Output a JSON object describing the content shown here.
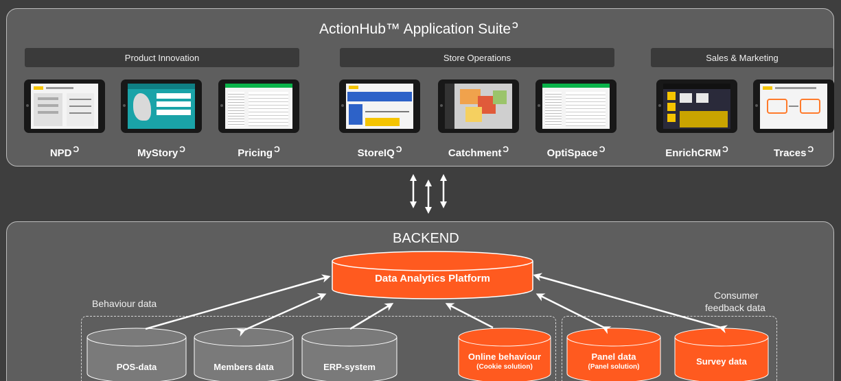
{
  "suite": {
    "title": "ActionHub™ Application Suite",
    "mark": "Ɔ"
  },
  "categories": [
    {
      "label": "Product Innovation"
    },
    {
      "label": "Store Operations"
    },
    {
      "label": "Sales & Marketing"
    }
  ],
  "apps": [
    {
      "label": "NPD",
      "screen": "doc"
    },
    {
      "label": "MyStory",
      "screen": "teal"
    },
    {
      "label": "Pricing",
      "screen": "green"
    },
    {
      "label": "StoreIQ",
      "screen": "blue"
    },
    {
      "label": "Catchment",
      "screen": "map"
    },
    {
      "label": "OptiSpace",
      "screen": "green"
    },
    {
      "label": "EnrichCRM",
      "screen": "dark"
    },
    {
      "label": "Traces",
      "screen": "orange"
    }
  ],
  "backend": {
    "title": "BACKEND",
    "platform": "Data Analytics Platform",
    "behaviour_label": "Behaviour data",
    "consumer_label_1": "Consumer",
    "consumer_label_2": "feedback data",
    "sources": [
      {
        "label": "POS-data",
        "sub": "",
        "color": "#7a7a7a"
      },
      {
        "label": "Members data",
        "sub": "",
        "color": "#7a7a7a"
      },
      {
        "label": "ERP-system",
        "sub": "",
        "color": "#7a7a7a"
      },
      {
        "label": "Online behaviour",
        "sub": "(Cookie solution)",
        "color": "#ff5a1f"
      },
      {
        "label": "Panel data",
        "sub": "(Panel solution)",
        "color": "#ff5a1f"
      },
      {
        "label": "Survey data",
        "sub": "",
        "color": "#ff5a1f"
      }
    ]
  },
  "colors": {
    "accent": "#ff5a1f",
    "grey_db": "#7a7a7a",
    "panel": "#5e5e5e",
    "background": "#3e3e3e"
  }
}
